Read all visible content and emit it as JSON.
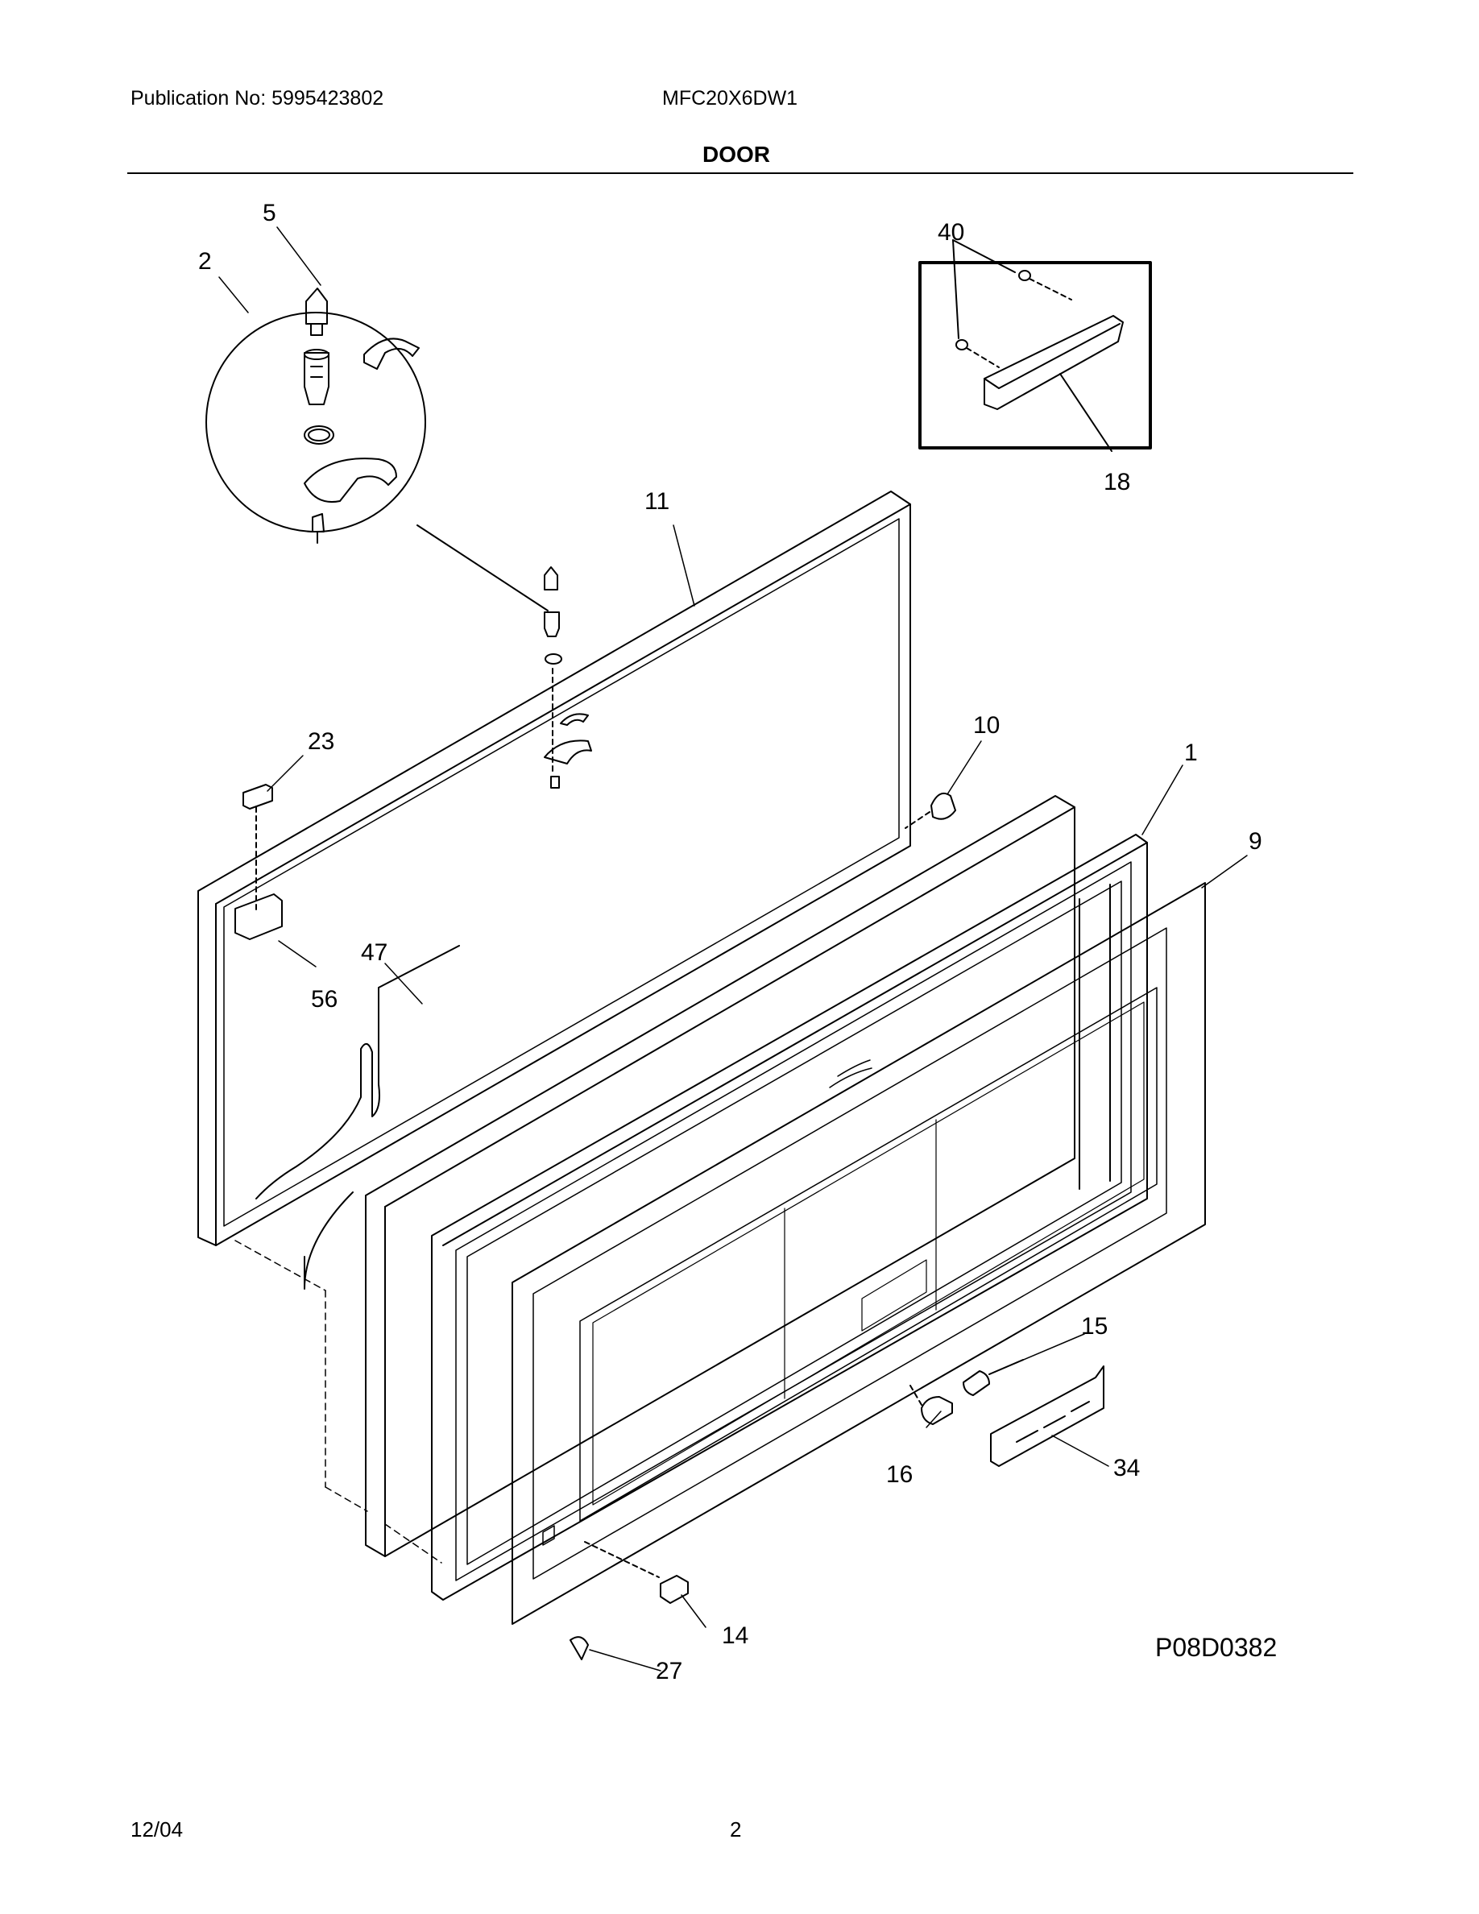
{
  "header": {
    "publication": "Publication No: 5995423802",
    "model": "MFC20X6DW1",
    "title": "DOOR"
  },
  "diagram": {
    "figure_code": "P08D0382",
    "callouts": [
      "5",
      "2",
      "40",
      "18",
      "11",
      "23",
      "10",
      "1",
      "9",
      "47",
      "56",
      "15",
      "16",
      "34",
      "14",
      "27"
    ]
  },
  "footer": {
    "date": "12/04",
    "page": "2"
  }
}
